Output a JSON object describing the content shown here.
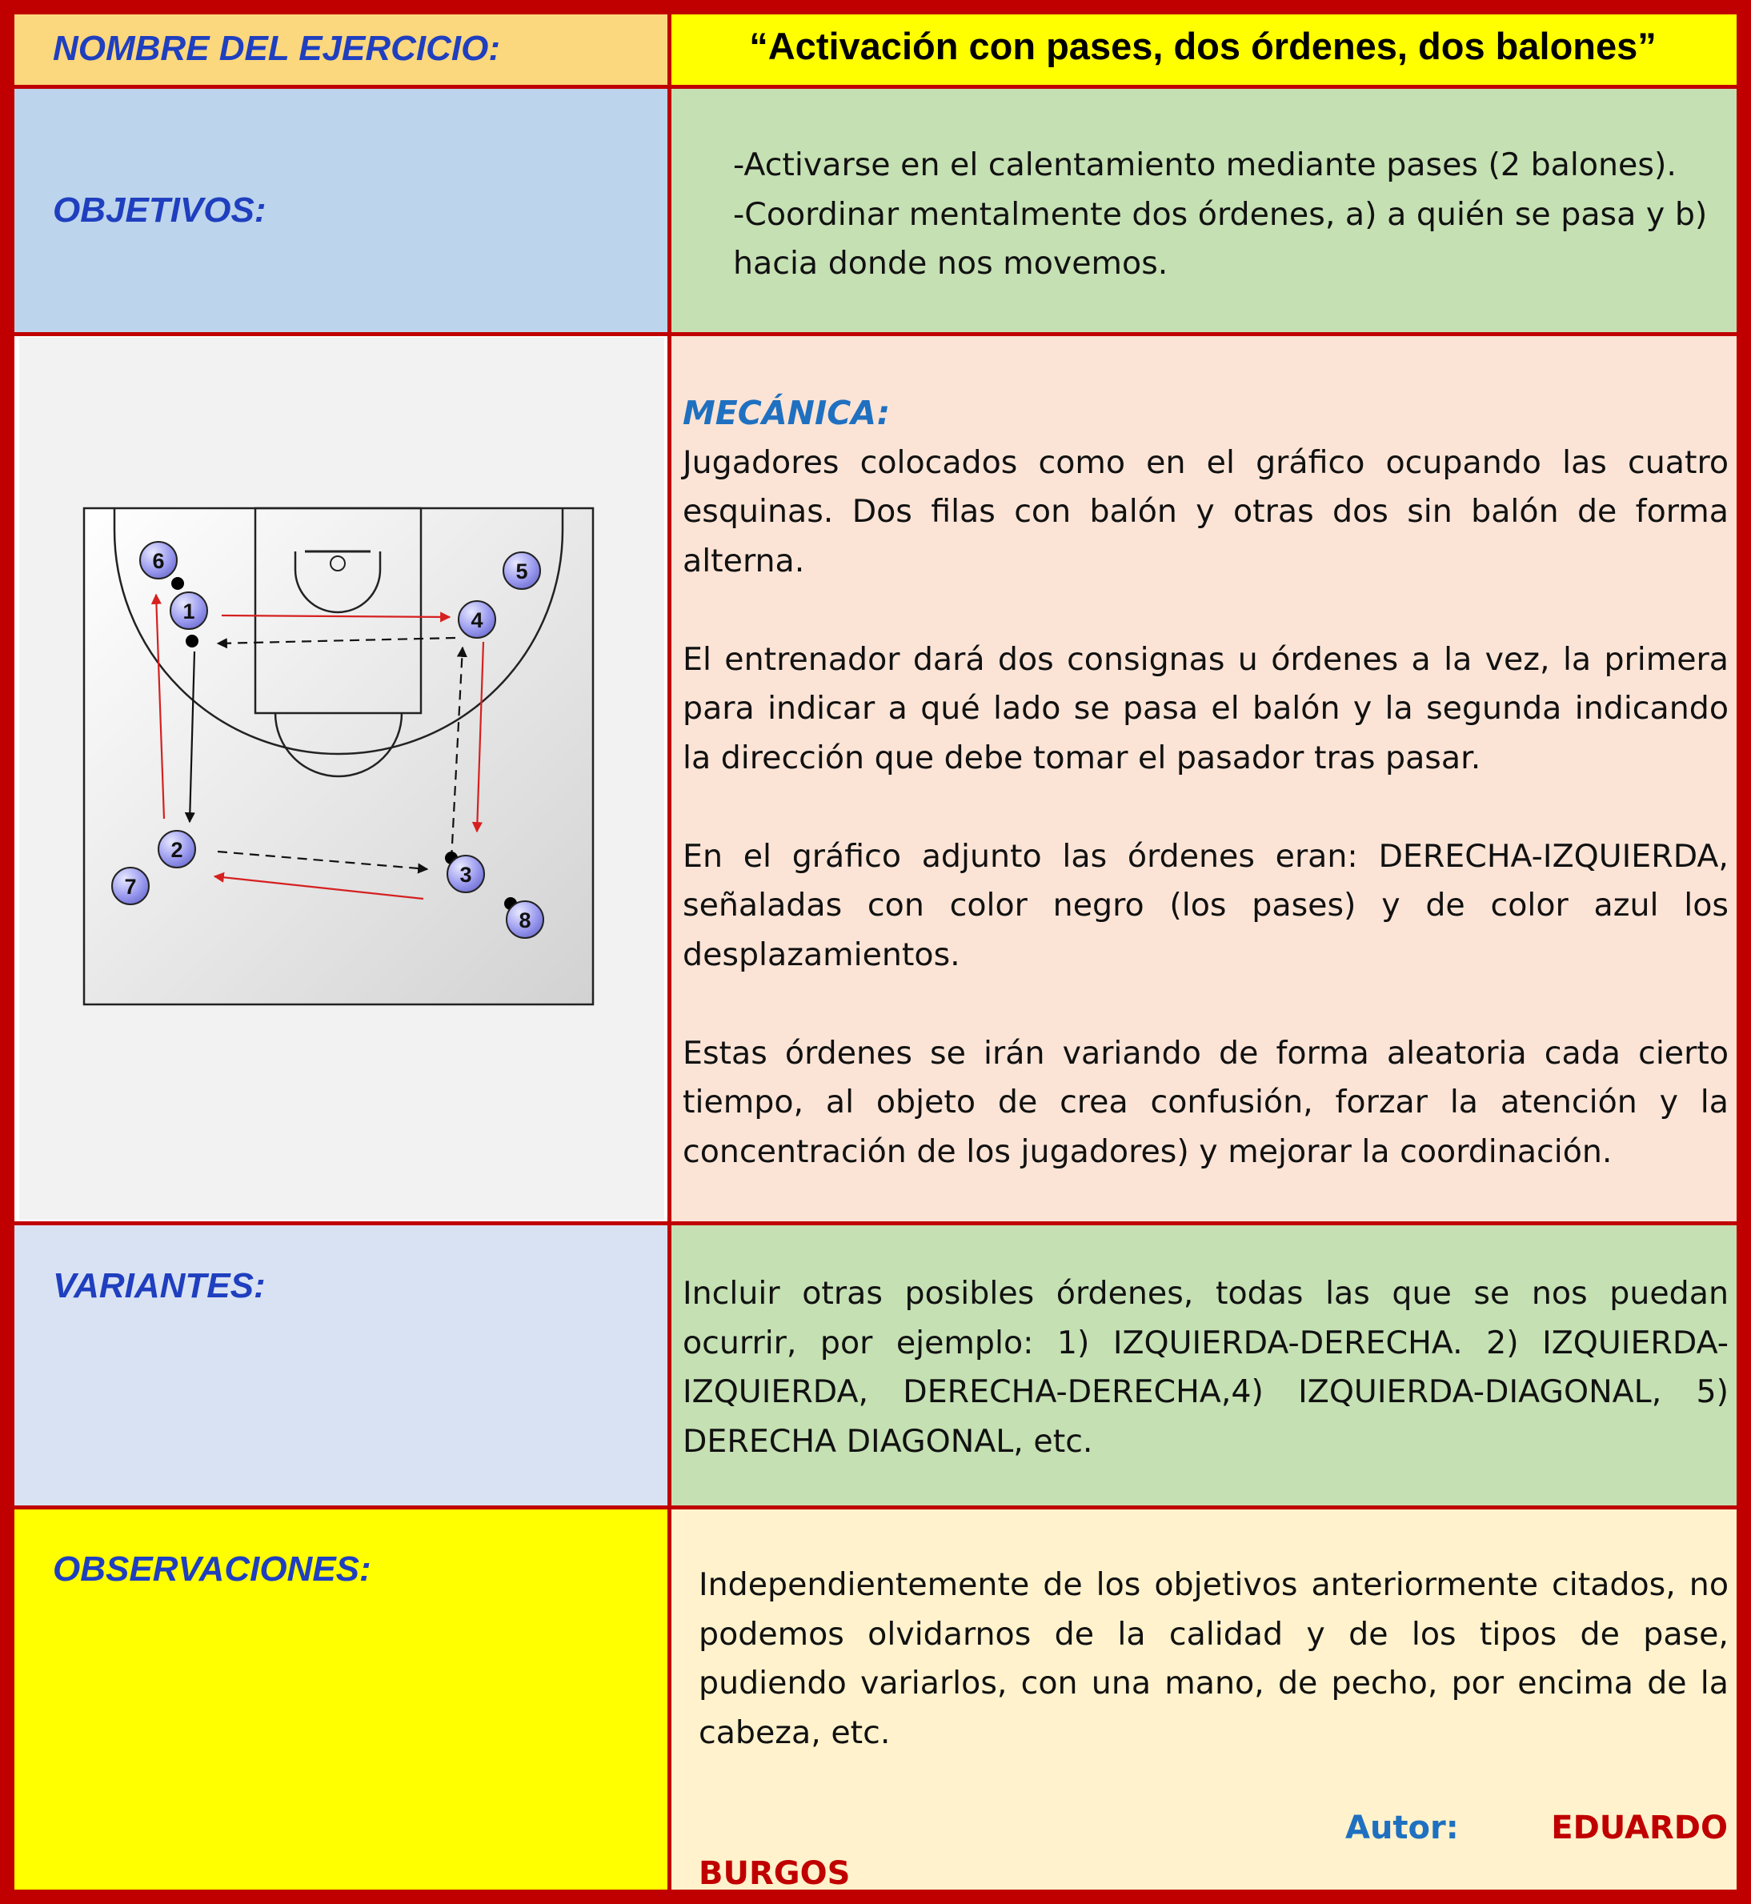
{
  "header": {
    "name_label": "NOMBRE DEL EJERCICIO:",
    "title": "“Activación con pases, dos órdenes, dos balones”"
  },
  "objetivos": {
    "label": "OBJETIVOS:",
    "lines": [
      "-Activarse en el calentamiento mediante pases (2 balones).",
      "-Coordinar mentalmente dos órdenes, a) a quién se pasa y b)",
      "hacia donde nos movemos."
    ]
  },
  "diagram": {
    "players": [
      "1",
      "2",
      "3",
      "4",
      "5",
      "6",
      "7",
      "8"
    ]
  },
  "mecanica": {
    "heading": "MECÁNICA:",
    "p1": "Jugadores colocados como en el gráfico ocupando las cuatro esquinas. Dos filas con balón y otras dos sin balón de forma alterna.",
    "p2": "El entrenador dará dos consignas u órdenes a la vez, la primera para indicar a qué lado se pasa el balón y la segunda indicando la dirección que debe tomar el pasador tras pasar.",
    "p3": "En el gráfico adjunto las órdenes eran: DERECHA-IZQUIERDA, señaladas con color negro (los pases) y de color azul los desplazamientos.",
    "p4": "Estas órdenes se irán variando de forma aleatoria cada cierto tiempo, al objeto de crea confusión, forzar la atención y la concentración de los jugadores) y mejorar la coordinación."
  },
  "variantes": {
    "label": "VARIANTES:",
    "text": "Incluir otras posibles órdenes, todas las que se nos puedan ocurrir, por ejemplo: 1) IZQUIERDA-DERECHA. 2) IZQUIERDA-IZQUIERDA, DERECHA-DERECHA,4) IZQUIERDA-DIAGONAL, 5) DERECHA DIAGONAL, etc."
  },
  "observaciones": {
    "label": "OBSERVACIONES:",
    "text": "Independientemente de los objetivos anteriormente citados, no podemos olvidarnos de la calidad y de los tipos de pase, pudiendo variarlos, con una mano, de pecho, por encima de la cabeza, etc.",
    "autor_label": "Autor:",
    "autor_first": "EDUARDO",
    "autor_last": "BURGOS"
  },
  "colors": {
    "border": "#c00000",
    "header_left": "#fbd77d",
    "header_right": "#ffff00",
    "objetivos_left": "#bcd4ec",
    "objetivos_right": "#c5e0b3",
    "diagram_bg": "#f2f2f2",
    "mecanica_bg": "#fbe4d6",
    "variantes_left": "#d9e2f3",
    "variantes_right": "#c5e0b3",
    "observ_left": "#ffff00",
    "observ_right": "#fff2cc",
    "label_blue": "#1f3fbf",
    "accent_blue": "#1f70c0",
    "arrow_red": "#d62020",
    "player_fill": "#9b9bef"
  }
}
